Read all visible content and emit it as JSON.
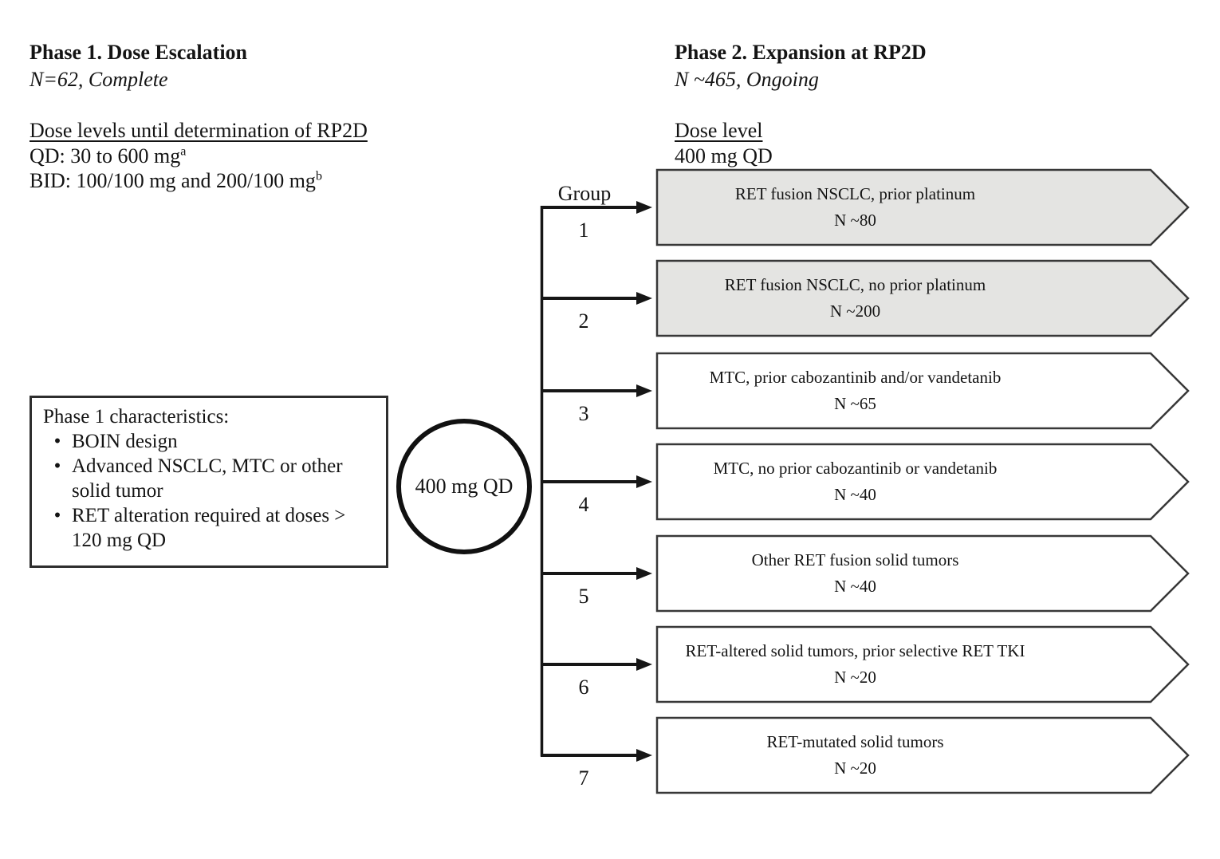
{
  "phase1": {
    "title": "Phase 1. Dose Escalation",
    "status": "N=62, Complete",
    "dose_levels": {
      "heading": "Dose levels until determination of RP2D",
      "qd_text": "QD: 30 to 600 mg",
      "qd_footnote_mark": "a",
      "bid_text": "BID: 100/100 mg and 200/100 mg",
      "bid_footnote_mark": "b"
    },
    "characteristics_box": {
      "heading": "Phase 1 characteristics:",
      "bullet_marker": "•",
      "bullets": [
        "BOIN design",
        "Advanced NSCLC, MTC or other solid tumor",
        "RET alteration required at doses > 120 mg QD"
      ]
    },
    "selected_dose_circle": "400 mg QD"
  },
  "phase2": {
    "title": "Phase 2. Expansion at RP2D",
    "status": "N ~465, Ongoing",
    "dose_level": {
      "heading": "Dose level",
      "value": "400 mg QD"
    },
    "group_column_label": "Group",
    "groups": [
      {
        "number": "1",
        "cohort": "RET fusion NSCLC, prior platinum",
        "enrollment": "N ~80",
        "shaded": true
      },
      {
        "number": "2",
        "cohort": "RET fusion NSCLC, no prior platinum",
        "enrollment": "N ~200",
        "shaded": true
      },
      {
        "number": "3",
        "cohort": "MTC, prior cabozantinib and/or vandetanib",
        "enrollment": "N ~65",
        "shaded": false
      },
      {
        "number": "4",
        "cohort": "MTC, no prior cabozantinib or vandetanib",
        "enrollment": "N ~40",
        "shaded": false
      },
      {
        "number": "5",
        "cohort": "Other RET fusion solid tumors",
        "enrollment": "N ~40",
        "shaded": false
      },
      {
        "number": "6",
        "cohort": "RET-altered solid tumors, prior selective RET TKI",
        "enrollment": "N ~20",
        "shaded": false
      },
      {
        "number": "7",
        "cohort": "RET-mutated solid tumors",
        "enrollment": "N ~20",
        "shaded": false
      }
    ]
  },
  "colors": {
    "shaded_fill": "#e4e4e2",
    "unshaded_fill": "#ffffff",
    "shape_border": "#383838",
    "connector": "#161616",
    "text": "#141414"
  }
}
